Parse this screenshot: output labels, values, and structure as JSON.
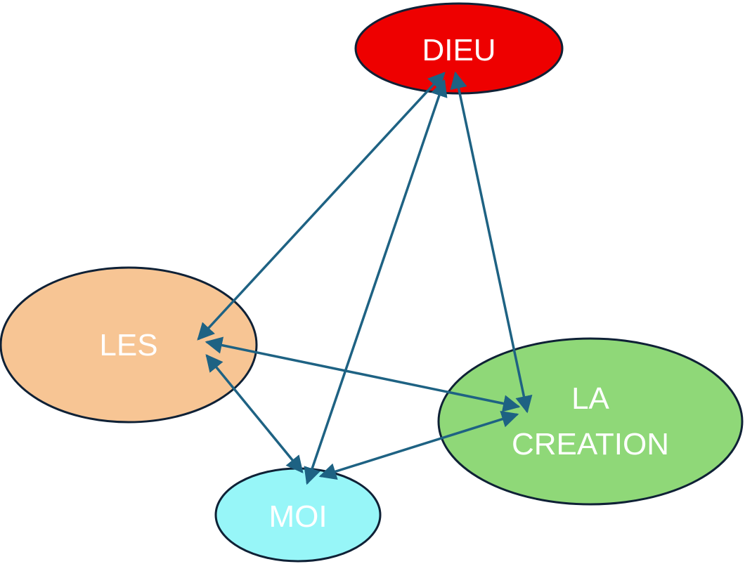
{
  "nodes": {
    "dieu": {
      "label": "DIEU",
      "color": "#ee0000"
    },
    "les": {
      "label": "LES",
      "color": "#f7c594"
    },
    "creation": {
      "label_lines": [
        "LA",
        "CREATION"
      ],
      "color": "#8fd878"
    },
    "moi": {
      "label": "MOI",
      "color": "#97f6f8"
    }
  },
  "edge_color": "#1e6283",
  "edges": [
    {
      "from": "dieu",
      "to": "les",
      "bidirectional": true
    },
    {
      "from": "dieu",
      "to": "moi",
      "bidirectional": true
    },
    {
      "from": "dieu",
      "to": "creation",
      "bidirectional": true
    },
    {
      "from": "les",
      "to": "creation",
      "bidirectional": true
    },
    {
      "from": "les",
      "to": "moi",
      "bidirectional": true
    },
    {
      "from": "moi",
      "to": "creation",
      "bidirectional": true
    }
  ]
}
